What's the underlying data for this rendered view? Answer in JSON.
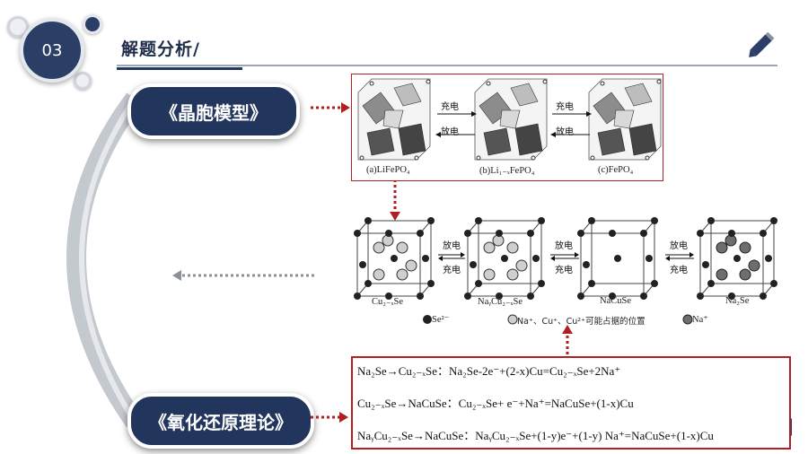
{
  "header": {
    "section_number": "03",
    "title": "解题分析/"
  },
  "pills": {
    "crystal_model": "《晶胞模型》",
    "redox_theory": "《氧化还原理论》"
  },
  "crystal_top": {
    "charge": "充电",
    "discharge": "放电",
    "labels": [
      "(a)LiFePO₄",
      "(b)Li₁₋ₓFePO₄",
      "(c)FePO₄"
    ]
  },
  "crystal_mid": {
    "discharge": "放电",
    "charge": "充电",
    "labels": [
      "Cu₂₋ₓSe",
      "NaᵧCu₂₋ₓSe",
      "NaCuSe",
      "Na₂Se"
    ],
    "legend": {
      "se": "Se²⁻",
      "sites": "Na⁺、Cu⁺、Cu²⁺可能占据的位置",
      "na": "Na⁺"
    }
  },
  "equations": [
    "Na₂Se→Cu₂₋ₓSe：Na₂Se-2e⁻+(2-x)Cu=Cu₂₋ₓSe+2Na⁺",
    "Cu₂₋ₓSe→NaCuSe：Cu₂₋ₓSe+ e⁻+Na⁺=NaCuSe+(1-x)Cu",
    "NaᵧCu₂₋ₓSe→NaCuSe：NaᵧCu₂₋ₓSe+(1-y)e⁻+(1-y) Na⁺=NaCuSe+(1-x)Cu"
  ],
  "colors": {
    "navy": "#22355c",
    "red": "#b02020",
    "arc": "#b8bcc4"
  }
}
